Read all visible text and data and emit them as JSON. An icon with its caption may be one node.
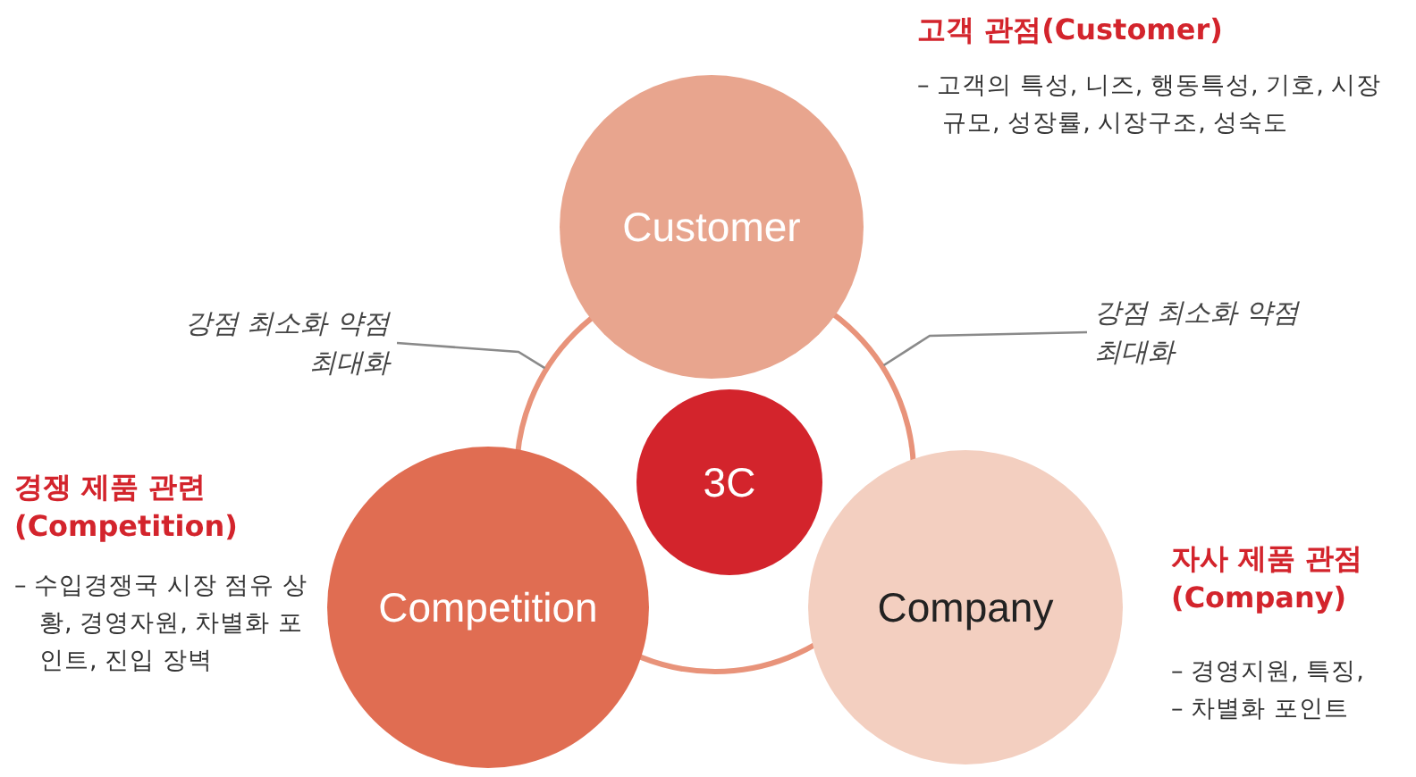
{
  "diagram": {
    "nodes": [
      {
        "text": [
          "Customer"
        ],
        "beside": [
          "고객 관점(Customer)",
          "– 고객의 특성, 니즈, 행동특성, 기호, 시장 규모, 성장률, 시장구조, 성숙도"
        ]
      },
      {
        "text": [
          "강점 최소화 약점 최대화"
        ]
      },
      {
        "text": [
          "강점 최소화 약점 최대화"
        ]
      },
      {
        "text": [],
        "shape": "circle"
      },
      {
        "text": [
          "3C"
        ],
        "in": 3
      },
      {
        "text": [
          "Competition"
        ],
        "beside": [
          "경쟁 제품 관련 (Competition)",
          "– 수입경쟁국 시장 점유 상황, 경영자원, 차별화 포인트, 진입 장벽"
        ]
      },
      {
        "text": [
          "Company"
        ],
        "beside": [
          "자사 제품 관점 (Company)",
          "– 경영지원, 특징,",
          "– 차별화 포인트"
        ]
      }
    ],
    "edges": [
      {
        "from": 1,
        "to": 3,
        "arrow": "none"
      },
      {
        "from": 2,
        "to": 3,
        "arrow": "none"
      }
    ]
  }
}
